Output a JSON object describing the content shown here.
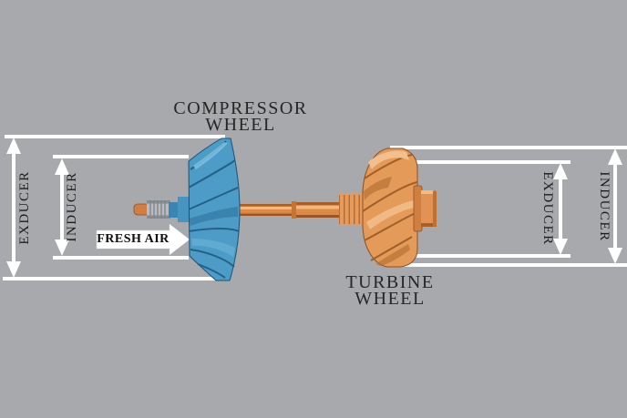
{
  "diagram": {
    "compressor_title": {
      "line1": "COMPRESSOR",
      "line2": "WHEEL"
    },
    "turbine_title": {
      "line1": "TURBINE",
      "line2": "WHEEL"
    },
    "dim_labels": {
      "compressor_exducer": "EXDUCER",
      "compressor_inducer": "INDUCER",
      "turbine_exducer": "EXDUCER",
      "turbine_inducer": "INDUCER"
    },
    "flow_label": "FRESH AIR",
    "icons": {
      "dimension_arrow": "double-headed-vertical-arrow",
      "flow_arrow": "right-pointing-block-arrow"
    },
    "colors": {
      "background": "#a7a9ac",
      "dimension_lines": "#ffffff",
      "label_text": "#1f1f1f",
      "compressor_wheel_blue": "#4d9cc7",
      "turbine_wheel_orange": "#e49a58",
      "shaft_orange": "#dd8a44",
      "nut_silver": "#b8bcc1"
    }
  }
}
